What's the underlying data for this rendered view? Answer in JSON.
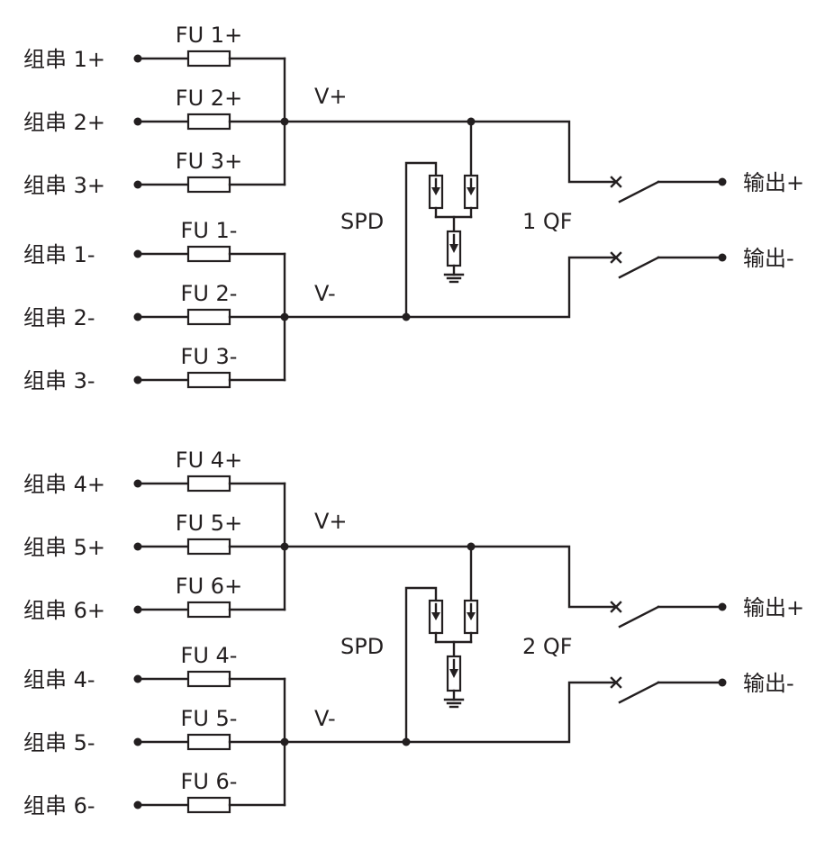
{
  "blocks": [
    {
      "inputs": [
        "组串 1+",
        "组串 2+",
        "组串 3+",
        "组串 1-",
        "组串 2-",
        "组串 3-"
      ],
      "fuses": [
        "FU 1+",
        "FU 2+",
        "FU 3+",
        "FU 1-",
        "FU 2-",
        "FU 3-"
      ],
      "bus_pos": "V+",
      "bus_neg": "V-",
      "spd": "SPD",
      "breaker": "1 QF",
      "out_pos": "输出+",
      "out_neg": "输出-"
    },
    {
      "inputs": [
        "组串 4+",
        "组串 5+",
        "组串 6+",
        "组串 4-",
        "组串 5-",
        "组串 6-"
      ],
      "fuses": [
        "FU 4+",
        "FU 5+",
        "FU 6+",
        "FU 4-",
        "FU 5-",
        "FU 6-"
      ],
      "bus_pos": "V+",
      "bus_neg": "V-",
      "spd": "SPD",
      "breaker": "2 QF",
      "out_pos": "输出+",
      "out_neg": "输出-"
    }
  ],
  "colors": {
    "line": "#231f20",
    "background": "#ffffff"
  }
}
